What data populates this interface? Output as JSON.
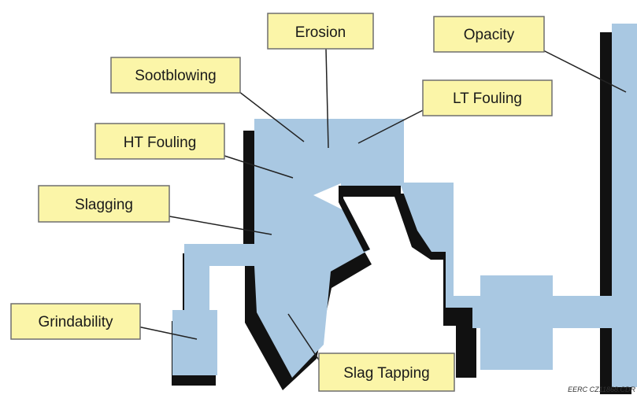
{
  "labels": {
    "erosion": "Erosion",
    "opacity": "Opacity",
    "sootblowing": "Sootblowing",
    "lt_fouling": "LT Fouling",
    "ht_fouling": "HT Fouling",
    "slagging": "Slagging",
    "grindability": "Grindability",
    "slag_tapping": "Slag Tapping"
  },
  "credit": "EERC CZ11868.CDR",
  "colors": {
    "equipment": "#a9c8e2",
    "shadow": "#111111",
    "label_fill": "#fbf5a8",
    "label_border": "#6f6f6f",
    "leader": "#222222"
  }
}
